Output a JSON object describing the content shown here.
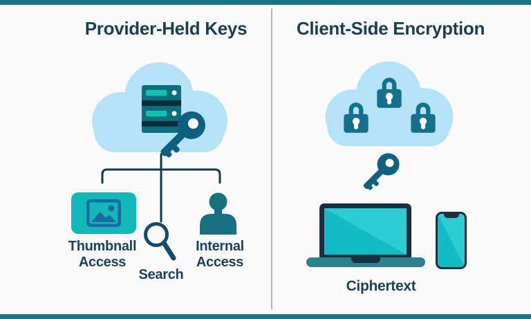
{
  "header": {
    "left_title": "Provider-Held Keys",
    "right_title": "Client-Side Encryption"
  },
  "left_panel": {
    "thumbnail_label_line1": "Thumbnall",
    "thumbnail_label_line2": "Access",
    "search_label": "Search",
    "internal_label_line1": "Internal",
    "internal_label_line2": "Access",
    "icons": [
      "cloud-icon",
      "server-icon",
      "key-icon",
      "thumbnail-image-icon",
      "search-icon",
      "person-icon"
    ]
  },
  "right_panel": {
    "ciphertext_label": "Ciphertext",
    "icons": [
      "cloud-icon",
      "lock-icon",
      "lock-icon",
      "lock-icon",
      "key-icon",
      "laptop-icon",
      "phone-icon"
    ]
  },
  "colors": {
    "background": "#fafafa",
    "border_bar": "#187683",
    "divider": "#b4b4b4",
    "title_text": "#1d3e50",
    "label_text": "#1d4156",
    "cloud": "#b5e2f6",
    "server_body": "#0d6e7d",
    "server_band": "#0c2d3d",
    "server_slot": "#12c1b0",
    "key": "#0f5f80",
    "connector_line": "#17374a",
    "thumbnail_tile": "#12b7b7",
    "thumbnail_glyph": "#1a6ba3",
    "search_icon": "#154a6d",
    "person_icon": "#17707f",
    "lock": "#15708c",
    "device_frame": "#1b2f40",
    "screen_light": "#2ecdd3",
    "screen_dark": "#12bcc4",
    "laptop_base": "#2f808d"
  }
}
